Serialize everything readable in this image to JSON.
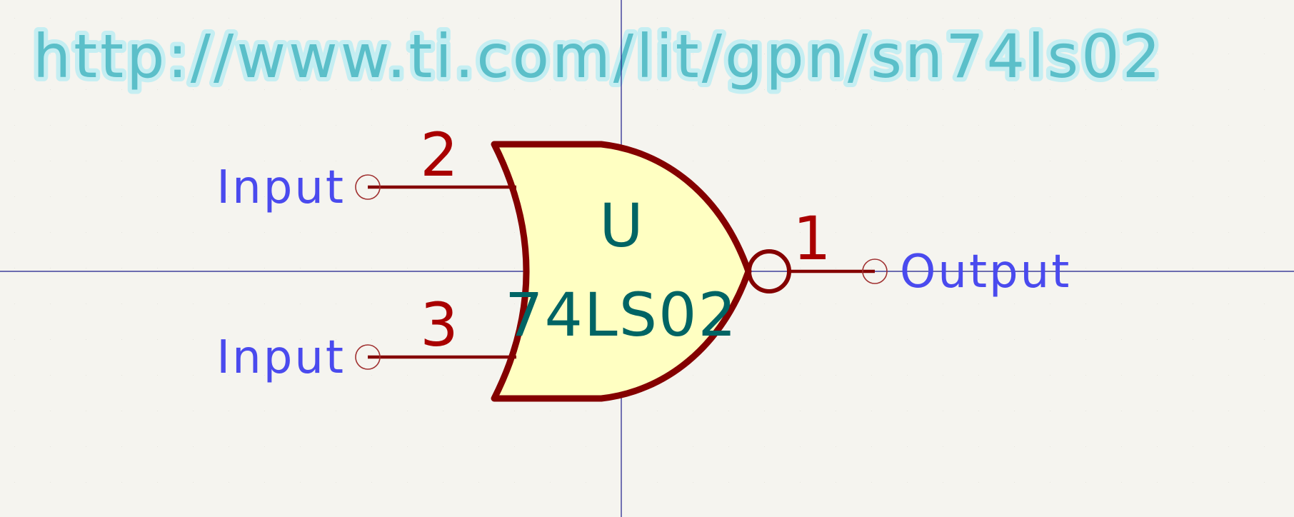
{
  "datasheet_url": "http://www.ti.com/lit/gpn/sn74ls02",
  "symbol": {
    "reference": "U",
    "value": "74LS02",
    "gate_type": "NOR"
  },
  "pins": [
    {
      "number": "2",
      "name": "Input",
      "direction": "input"
    },
    {
      "number": "3",
      "name": "Input",
      "direction": "input"
    },
    {
      "number": "1",
      "name": "Output",
      "direction": "output"
    }
  ],
  "colors": {
    "background": "#f5f4ef",
    "url_text": "#5bbfc9",
    "url_halo": "#c5eef2",
    "body_outline": "#840000",
    "body_fill": "#ffffc2",
    "pin_line": "#840000",
    "pin_number": "#a90000",
    "pin_name": "#4a4aee",
    "ref_value": "#006464",
    "crosshair": "#1a1a8a",
    "endpoint": "#a03030"
  }
}
